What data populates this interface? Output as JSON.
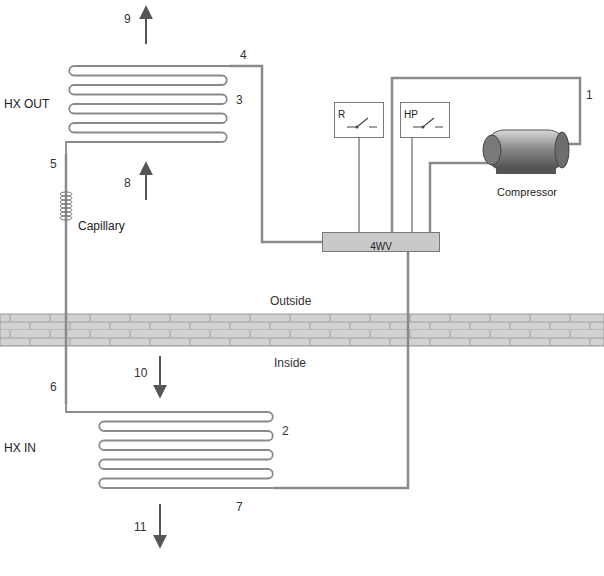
{
  "diagram": {
    "nodes": [
      {
        "text": [
          "HX OUT"
        ]
      },
      {
        "text": [
          "Capillary"
        ]
      },
      {
        "text": [
          "HX IN"
        ]
      },
      {
        "text": [
          "R"
        ]
      },
      {
        "text": [
          "HP"
        ]
      },
      {
        "text": [
          "4WV"
        ]
      },
      {
        "text": [
          "Compressor"
        ]
      }
    ],
    "edges": [
      {
        "from": 6,
        "to": 5,
        "arrow": "none"
      },
      {
        "from": 5,
        "to": 0,
        "arrow": "none"
      },
      {
        "from": 0,
        "to": 1,
        "arrow": "none"
      },
      {
        "from": 1,
        "to": 2,
        "arrow": "none"
      },
      {
        "from": 2,
        "to": 5,
        "arrow": "none"
      },
      {
        "from": 5,
        "to": 6,
        "arrow": "none"
      },
      {
        "from": 3,
        "to": 5,
        "arrow": "none"
      },
      {
        "from": 4,
        "to": 5,
        "arrow": "none"
      }
    ],
    "labels": [
      "9",
      "4",
      "3",
      "8",
      "5",
      "1",
      "Outside",
      "Inside",
      "6",
      "10",
      "2",
      "7",
      "11"
    ]
  }
}
